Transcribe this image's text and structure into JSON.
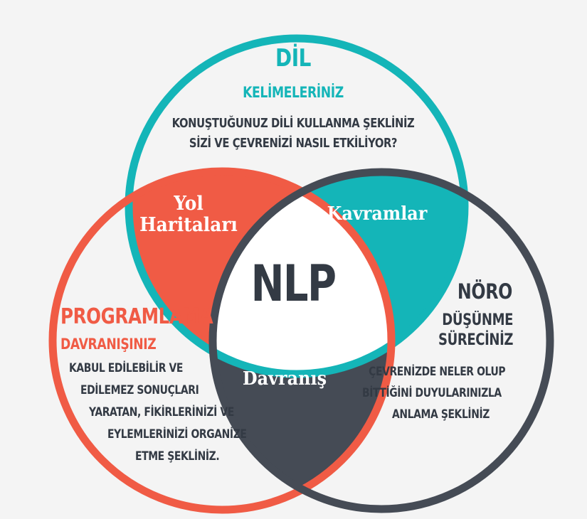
{
  "colors": {
    "teal": "#14b5b8",
    "coral": "#f05b45",
    "dark": "#454b55",
    "text": "#333a44",
    "center": "#ffffff",
    "background": "#f4f4f4"
  },
  "center": {
    "label": "NLP"
  },
  "dil": {
    "title": "DİL",
    "subtitle": "KELİMELERİNİZ",
    "lines": [
      "KONUŞTUĞUNUZ DİLİ KULLANMA ŞEKLİNİZ",
      "SİZİ VE ÇEVRENİZİ NASIL ETKİLİYOR?"
    ]
  },
  "programlama": {
    "title": "PROGRAMLAMA",
    "subtitle": "DAVRANIŞINIZ",
    "lines": [
      "KABUL EDİLEBİLİR VE",
      "EDİLEMEZ SONUÇLARI",
      "YARATAN, FİKİRLERİNİZİ VE",
      "EYLEMLERİNİZİ ORGANİZE",
      "ETME ŞEKLİNİZ."
    ]
  },
  "noro": {
    "title": "NÖRO",
    "subtitle_lines": [
      "DÜŞÜNME",
      "SÜRECİNİZ"
    ],
    "lines": [
      "ÇEVRENİZDE NELER OLUP",
      "BİTTİĞİNİ DUYULARINIZLA",
      "ANLAMA ŞEKLİNİZ"
    ]
  },
  "segments": {
    "yol_haritalari": [
      "Yol",
      "Haritaları"
    ],
    "kavramlar": "Kavramlar",
    "davranis": "Davranış"
  }
}
